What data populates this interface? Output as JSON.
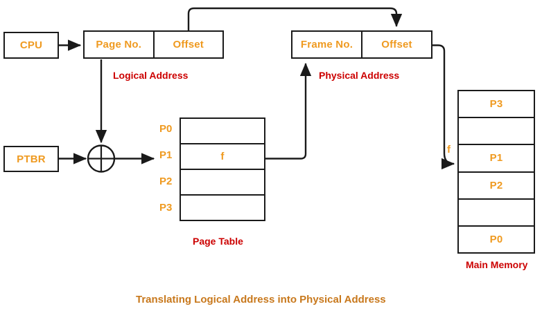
{
  "diagram": {
    "caption": "Translating Logical Address into Physical Address",
    "colors": {
      "orange": "#ef9a20",
      "red": "#cc0000",
      "caption": "#c8781c",
      "line": "#1a1a1a",
      "background": "#ffffff"
    }
  },
  "cpu": {
    "label": "CPU"
  },
  "ptbr": {
    "label": "PTBR"
  },
  "adder": {
    "symbol": "plus-circle"
  },
  "logical_address": {
    "caption": "Logical Address",
    "fields": [
      {
        "label": "Page No."
      },
      {
        "label": "Offset"
      }
    ]
  },
  "physical_address": {
    "caption": "Physical Address",
    "fields": [
      {
        "label": "Frame No."
      },
      {
        "label": "Offset"
      }
    ]
  },
  "page_table": {
    "caption": "Page Table",
    "tags": [
      "P0",
      "P1",
      "P2",
      "P3"
    ],
    "rows": [
      {
        "value": ""
      },
      {
        "value": "f"
      },
      {
        "value": ""
      },
      {
        "value": ""
      }
    ]
  },
  "main_memory": {
    "caption": "Main Memory",
    "frame_pointer_label": "f",
    "rows": [
      {
        "value": "P3"
      },
      {
        "value": ""
      },
      {
        "value": "P1"
      },
      {
        "value": "P2"
      },
      {
        "value": ""
      },
      {
        "value": "P0"
      }
    ]
  }
}
